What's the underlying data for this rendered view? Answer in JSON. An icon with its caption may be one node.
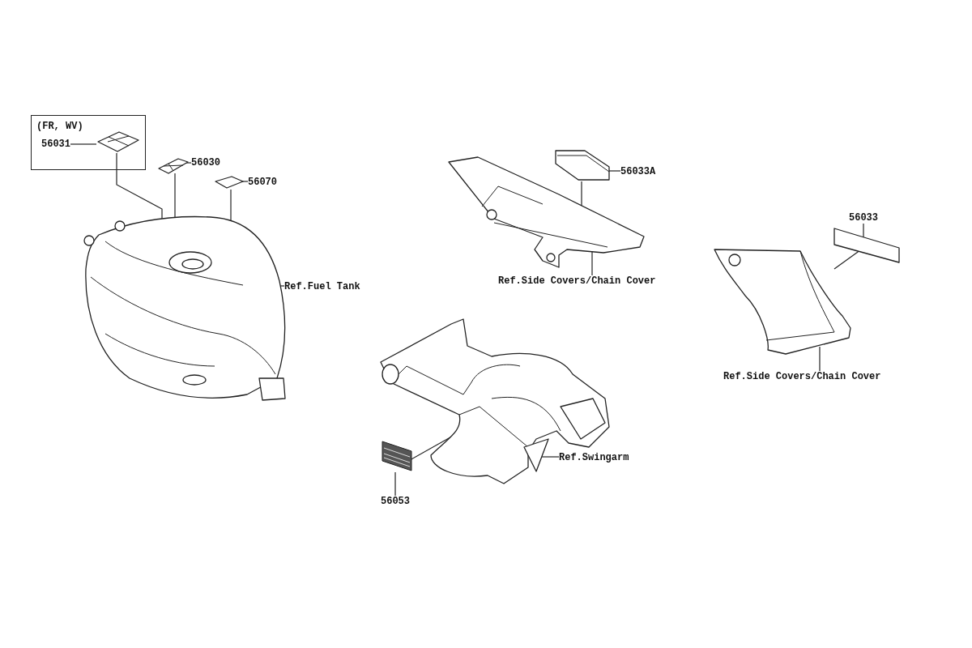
{
  "diagram": {
    "nodes": [
      {
        "text": [
          "(FR, WV)"
        ]
      },
      {
        "text": [
          "56031"
        ],
        "in": 0
      },
      {
        "text": [],
        "shape": "picture",
        "in": 0
      },
      {
        "text": [
          "56030"
        ]
      },
      {
        "text": [],
        "shape": "picture"
      },
      {
        "text": [
          "56070"
        ]
      },
      {
        "text": [],
        "shape": "box"
      },
      {
        "text": [],
        "shape": "picture"
      },
      {
        "text": [
          "Ref.Fuel Tank"
        ]
      },
      {
        "text": [
          "56033A"
        ]
      },
      {
        "text": [],
        "shape": "picture"
      },
      {
        "text": [],
        "shape": "picture"
      },
      {
        "text": [
          "Ref.Side Covers/Chain Cover"
        ]
      },
      {
        "text": [
          "56033"
        ]
      },
      {
        "text": [],
        "shape": "box"
      },
      {
        "text": [],
        "shape": "picture"
      },
      {
        "text": [
          "Ref.Side Covers/Chain Cover"
        ]
      },
      {
        "text": [],
        "shape": "picture"
      },
      {
        "text": [
          "Ref.Swingarm"
        ]
      },
      {
        "text": [],
        "shape": "picture"
      },
      {
        "text": [
          "56053"
        ]
      }
    ],
    "edges": [
      {
        "from": 1,
        "to": 2,
        "arrow": "none"
      },
      {
        "from": 2,
        "to": 7,
        "arrow": "none"
      },
      {
        "from": 3,
        "to": 4,
        "arrow": "none"
      },
      {
        "from": 4,
        "to": 7,
        "arrow": "none"
      },
      {
        "from": 5,
        "to": 6,
        "arrow": "none"
      },
      {
        "from": 6,
        "to": 7,
        "arrow": "none"
      },
      {
        "from": 8,
        "to": 7,
        "arrow": "none"
      },
      {
        "from": 9,
        "to": 10,
        "arrow": "none"
      },
      {
        "from": 10,
        "to": 11,
        "arrow": "none"
      },
      {
        "from": 12,
        "to": 11,
        "arrow": "none"
      },
      {
        "from": 13,
        "to": 14,
        "arrow": "none"
      },
      {
        "from": 14,
        "to": 15,
        "arrow": "none"
      },
      {
        "from": 16,
        "to": 15,
        "arrow": "none"
      },
      {
        "from": 18,
        "to": 17,
        "arrow": "none"
      },
      {
        "from": 19,
        "to": 17,
        "arrow": "none"
      },
      {
        "from": 20,
        "to": 19,
        "arrow": "none"
      }
    ]
  }
}
